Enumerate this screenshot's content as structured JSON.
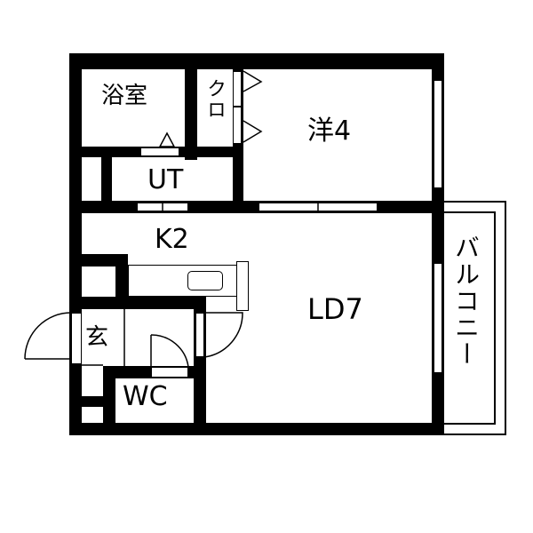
{
  "floorplan": {
    "rooms": {
      "bath": {
        "label": "浴室"
      },
      "closet": {
        "label": "クロ"
      },
      "western_room": {
        "label": "洋4"
      },
      "utility": {
        "label": "UT"
      },
      "kitchen": {
        "label": "K2"
      },
      "living_dining": {
        "label": "LD7"
      },
      "entrance": {
        "label": "玄"
      },
      "toilet": {
        "label": "WC"
      },
      "balcony": {
        "label": "バルコニー"
      }
    },
    "colors": {
      "wall": "#000000",
      "background": "#ffffff"
    }
  }
}
